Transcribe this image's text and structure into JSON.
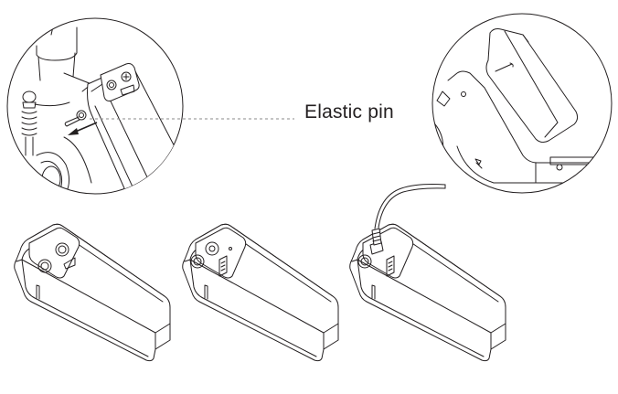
{
  "diagram": {
    "type": "technical-illustration",
    "callout": {
      "label": "Elastic pin",
      "leader_style": "dashed",
      "leader_color": "#888888"
    },
    "detail_views": [
      {
        "id": "detail-left",
        "description": "Close-up of battery mount showing elastic pin with removal arrow"
      },
      {
        "id": "detail-right",
        "description": "Close-up of battery pack tilted in mount on chair frame"
      }
    ],
    "battery_views": [
      {
        "id": "battery-1",
        "state": "cover closed"
      },
      {
        "id": "battery-2",
        "state": "cover open, charging port exposed"
      },
      {
        "id": "battery-3",
        "state": "charger cable connected"
      }
    ],
    "colors": {
      "line": "#231f20",
      "background": "#ffffff"
    }
  }
}
